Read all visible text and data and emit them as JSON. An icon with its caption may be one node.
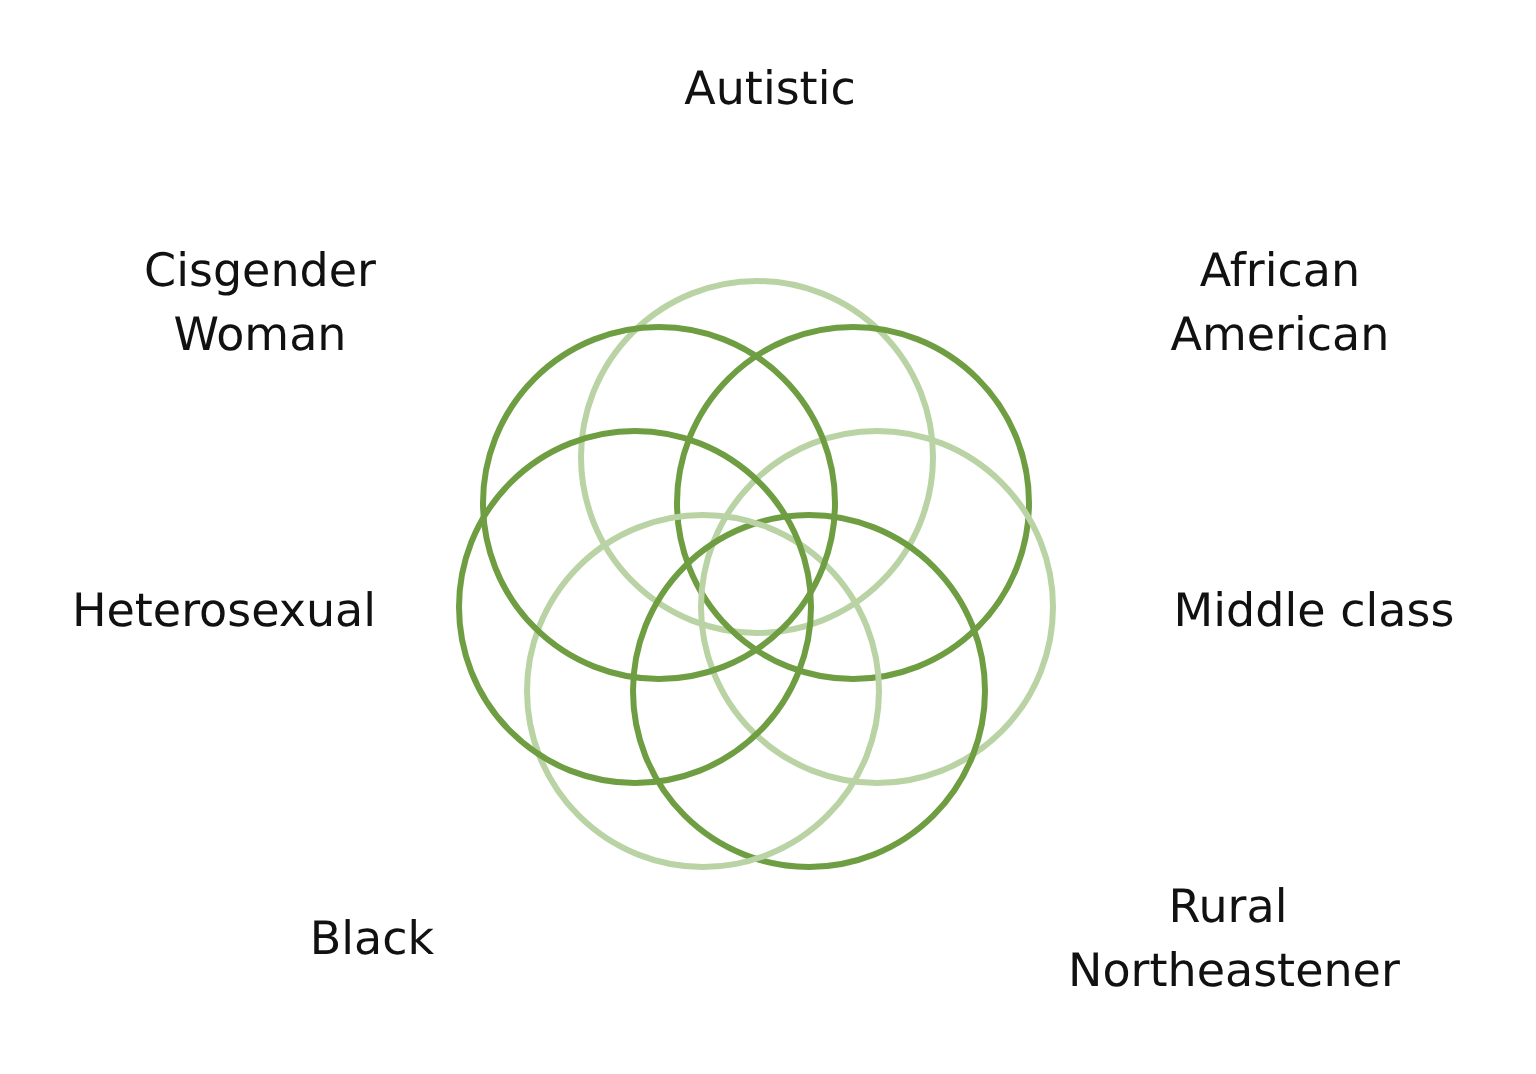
{
  "diagram": {
    "nodes": [
      {
        "text": [],
        "shape": "circle"
      },
      {
        "text": [],
        "shape": "circle"
      },
      {
        "text": [],
        "shape": "circle"
      },
      {
        "text": [],
        "shape": "circle"
      },
      {
        "text": [],
        "shape": "circle"
      },
      {
        "text": [],
        "shape": "circle"
      },
      {
        "text": [],
        "shape": "circle"
      }
    ],
    "labels": [
      "Autistic",
      "Cisgender Woman",
      "African American",
      "Heterosexual",
      "Middle class",
      "Black",
      "Rural Northeastener"
    ]
  }
}
